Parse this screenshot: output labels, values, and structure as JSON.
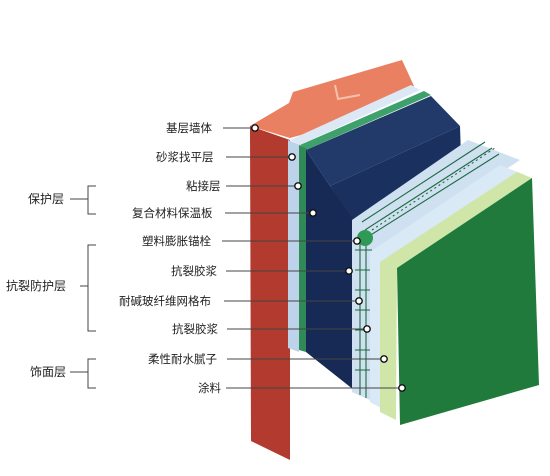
{
  "layers": [
    {
      "label": "基层墙体"
    },
    {
      "label": "砂浆找平层"
    },
    {
      "label": "粘接层"
    },
    {
      "label": "复合材料保温板"
    },
    {
      "label": "塑料膨胀锚栓"
    },
    {
      "label": "抗裂胶浆"
    },
    {
      "label": "耐碱玻纤维网格布"
    },
    {
      "label": "抗裂胶浆"
    },
    {
      "label": "柔性耐水腻子"
    },
    {
      "label": "涂料"
    }
  ],
  "groups": [
    {
      "label": "保护层"
    },
    {
      "label": "抗裂防护层"
    },
    {
      "label": "饰面层"
    }
  ],
  "colors": {
    "wall_front": "#b23a2e",
    "wall_top": "#e98062",
    "mortar": "#bcd3ea",
    "adhesive": "#2f8a57",
    "insulation": "#172a55",
    "mesh": "#1e6a40",
    "paint": "#1f7a3c",
    "putty": "#cfe6a8"
  }
}
